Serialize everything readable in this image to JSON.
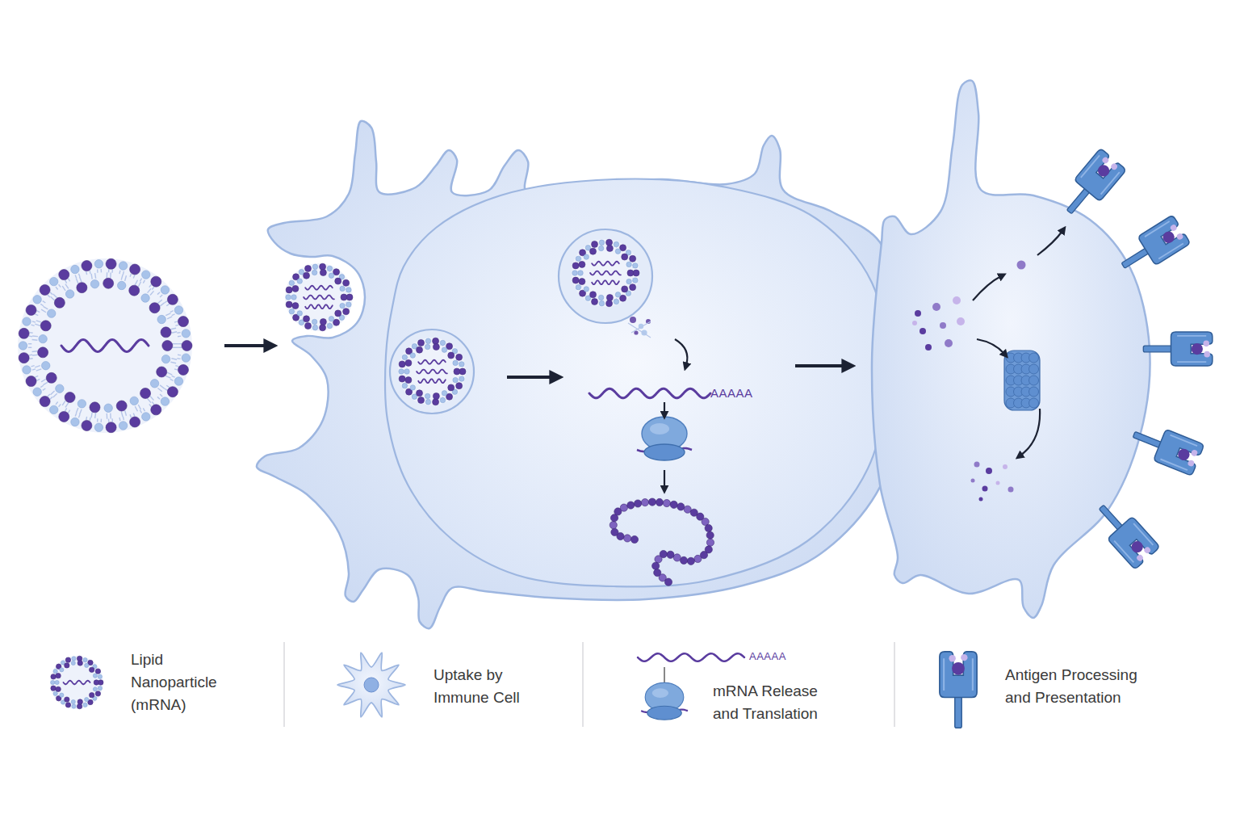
{
  "diagram": {
    "labels": [
      "AAAAA",
      "AAAAA"
    ],
    "legend": [
      {
        "text": "Lipid Nanoparticle (mRNA)"
      },
      {
        "text": "Uptake by Immune Cell"
      },
      {
        "text": "mRNA Release and Translation"
      },
      {
        "text": "Antigen Processing and Presentation"
      }
    ]
  }
}
